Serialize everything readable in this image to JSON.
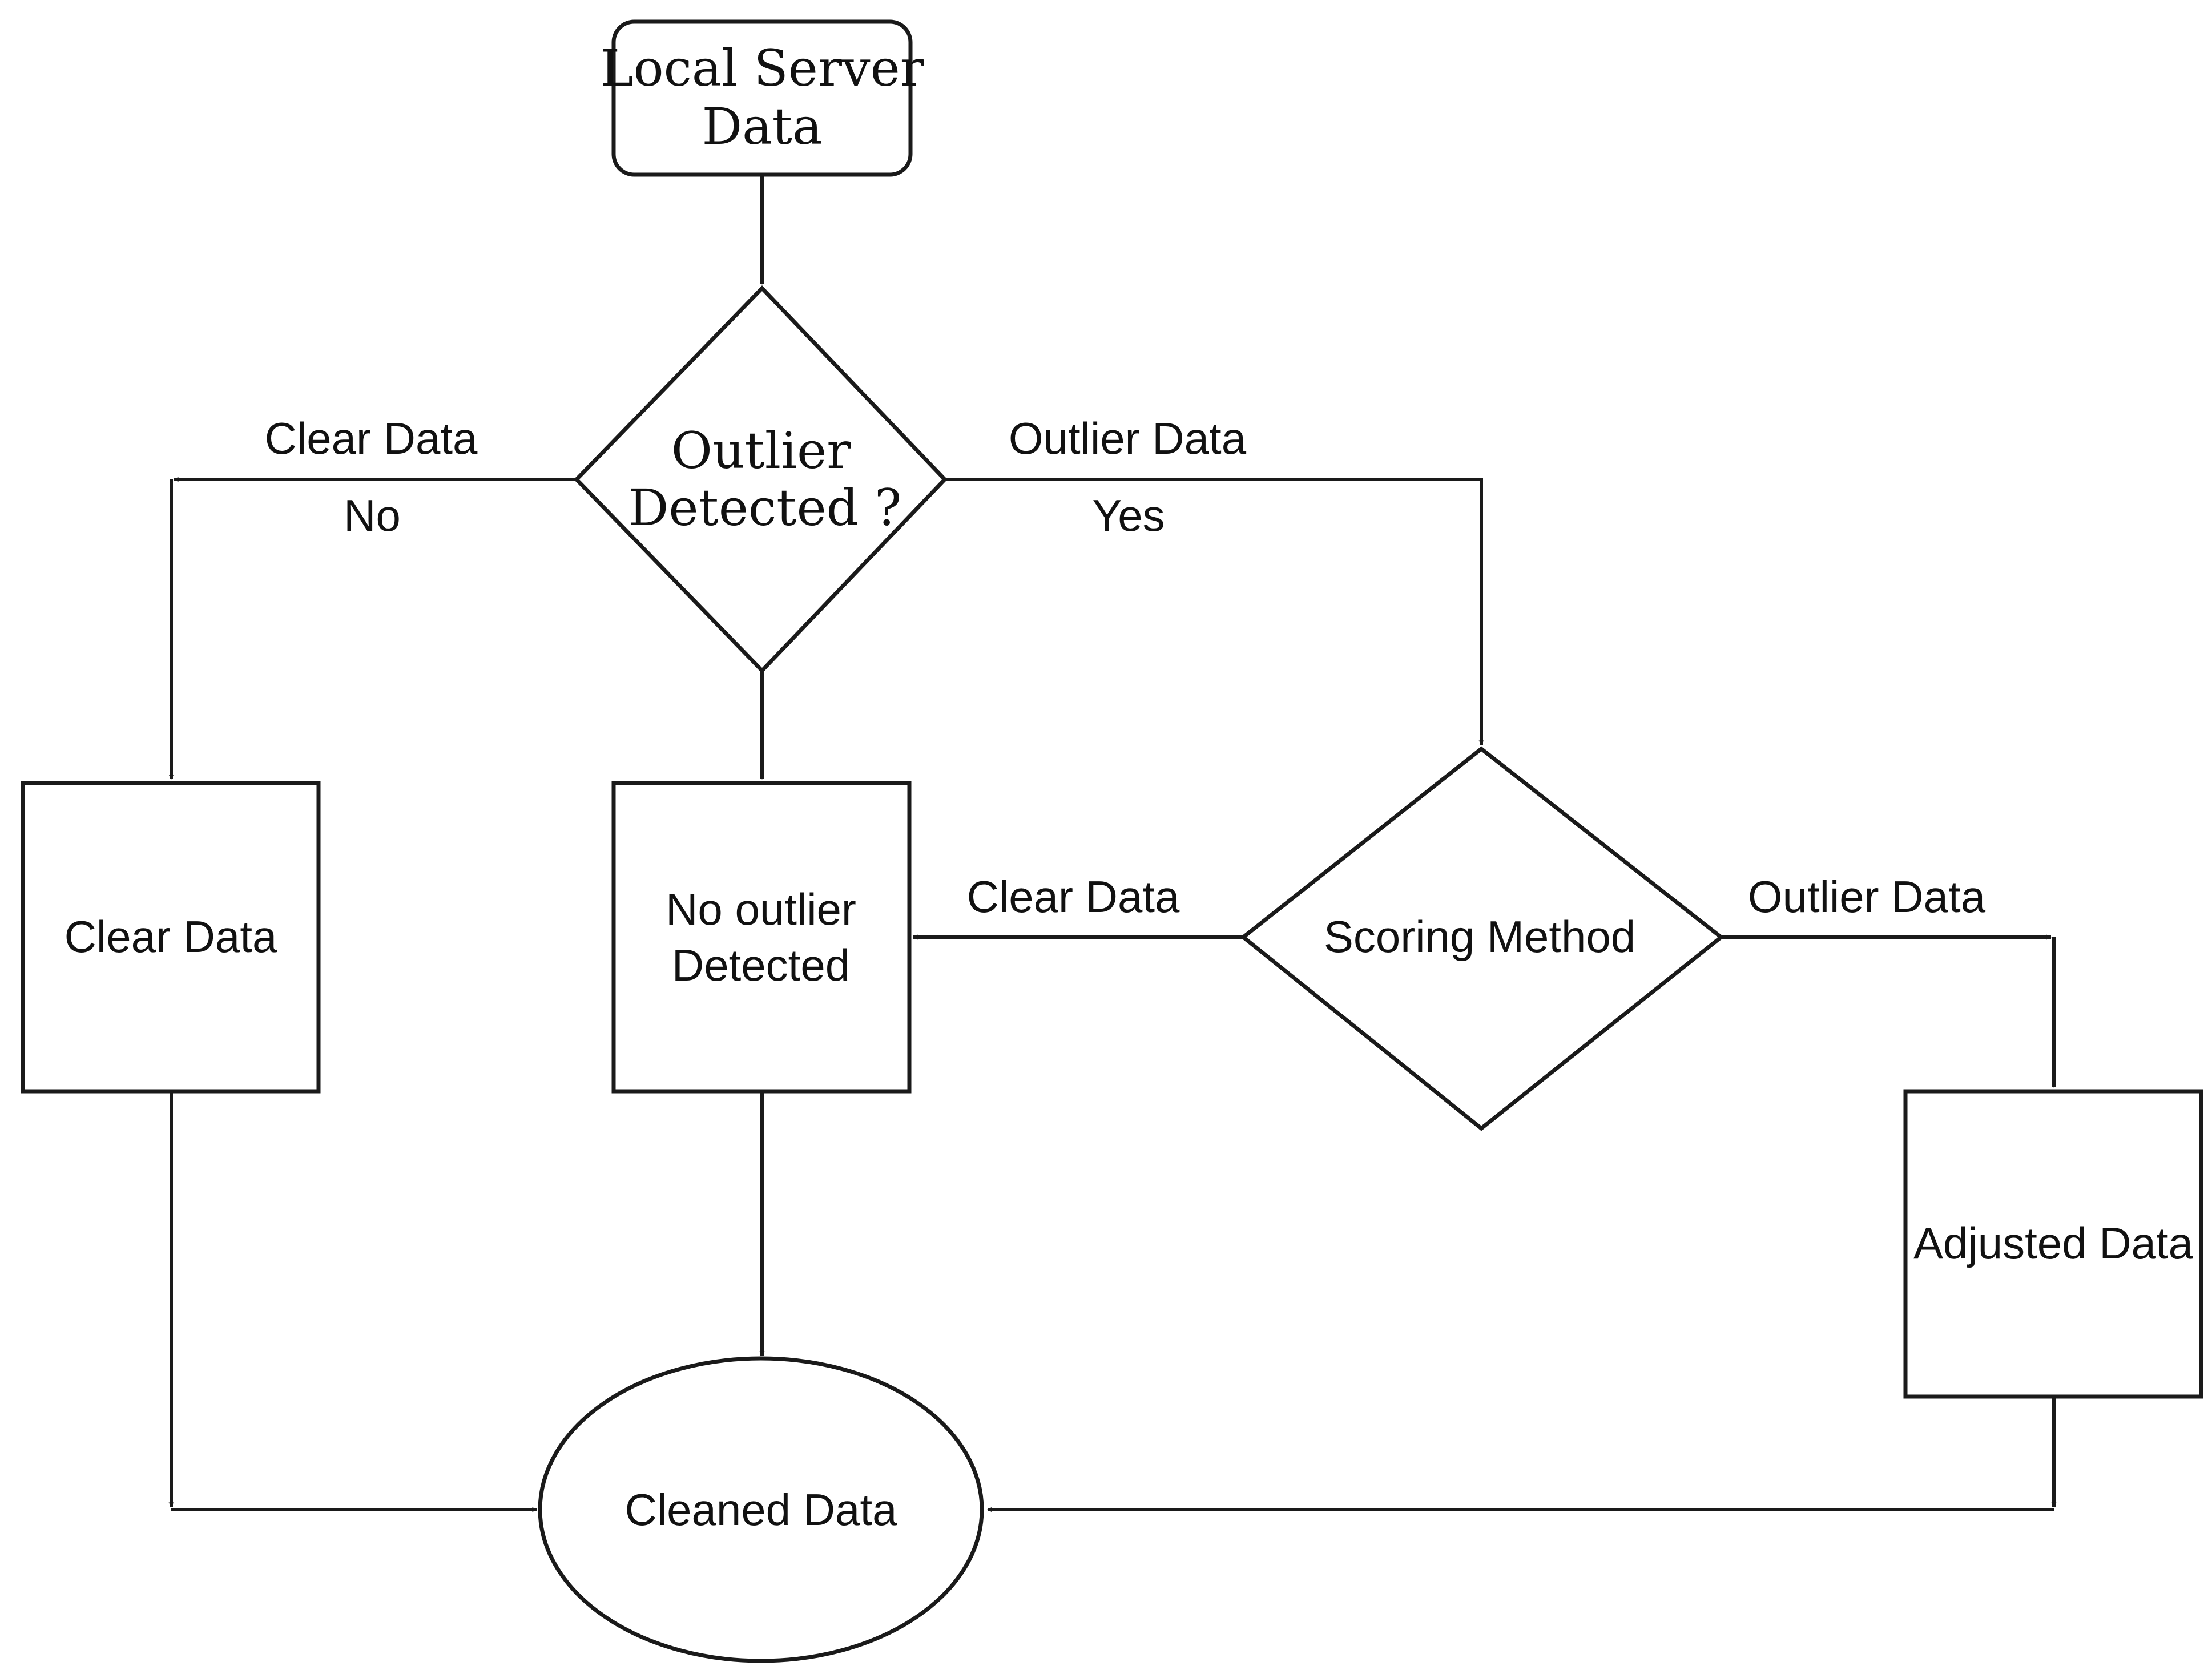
{
  "nodes": {
    "local_server_data": {
      "line1": "Local Server",
      "line2": "Data"
    },
    "outlier_detected": {
      "line1": "Outlier",
      "line2": "Detected ?"
    },
    "clear_data_box": {
      "label": "Clear Data"
    },
    "no_outlier_detected": {
      "line1": "No outlier",
      "line2": "Detected"
    },
    "scoring_method": {
      "label": "Scoring Method"
    },
    "adjusted_data": {
      "label": "Adjusted Data"
    },
    "cleaned_data": {
      "label": "Cleaned Data"
    }
  },
  "edges": {
    "left_branch": {
      "top": "Clear Data",
      "bottom": "No"
    },
    "right_branch": {
      "top": "Outlier Data",
      "bottom": "Yes"
    },
    "scoring_left": {
      "label": "Clear Data"
    },
    "scoring_right": {
      "label": "Outlier Data"
    }
  },
  "colors": {
    "stroke": "#1a1a1a",
    "fill": "#ffffff",
    "text": "#111111"
  }
}
